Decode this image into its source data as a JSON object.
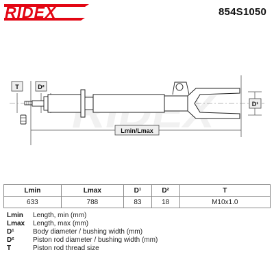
{
  "brand": {
    "logo_text": "RIDEX",
    "logo_color": "#e30613"
  },
  "header": {
    "part_number": "854S1050"
  },
  "diagram": {
    "labels": {
      "thread": "T",
      "rod_diameter": "D²",
      "body_diameter": "D¹",
      "length": "Lmin/Lmax"
    },
    "watermark_text": "RIDEX",
    "label_fill": "#eeeeee",
    "line_color": "#222222",
    "dimension_color": "#555555"
  },
  "table": {
    "headers": [
      "Lmin",
      "Lmax",
      "D¹",
      "D²",
      "T"
    ],
    "values": [
      "633",
      "788",
      "83",
      "18",
      "M10x1.0"
    ]
  },
  "legend": [
    {
      "key": "Lmin",
      "desc": "Length, min (mm)"
    },
    {
      "key": "Lmax",
      "desc": "Length, max (mm)"
    },
    {
      "key": "D¹",
      "desc": "Body diameter / bushing width (mm)"
    },
    {
      "key": "D²",
      "desc": "Piston rod diameter / bushing width (mm)"
    },
    {
      "key": "T",
      "desc": "Piston rod thread size"
    }
  ]
}
